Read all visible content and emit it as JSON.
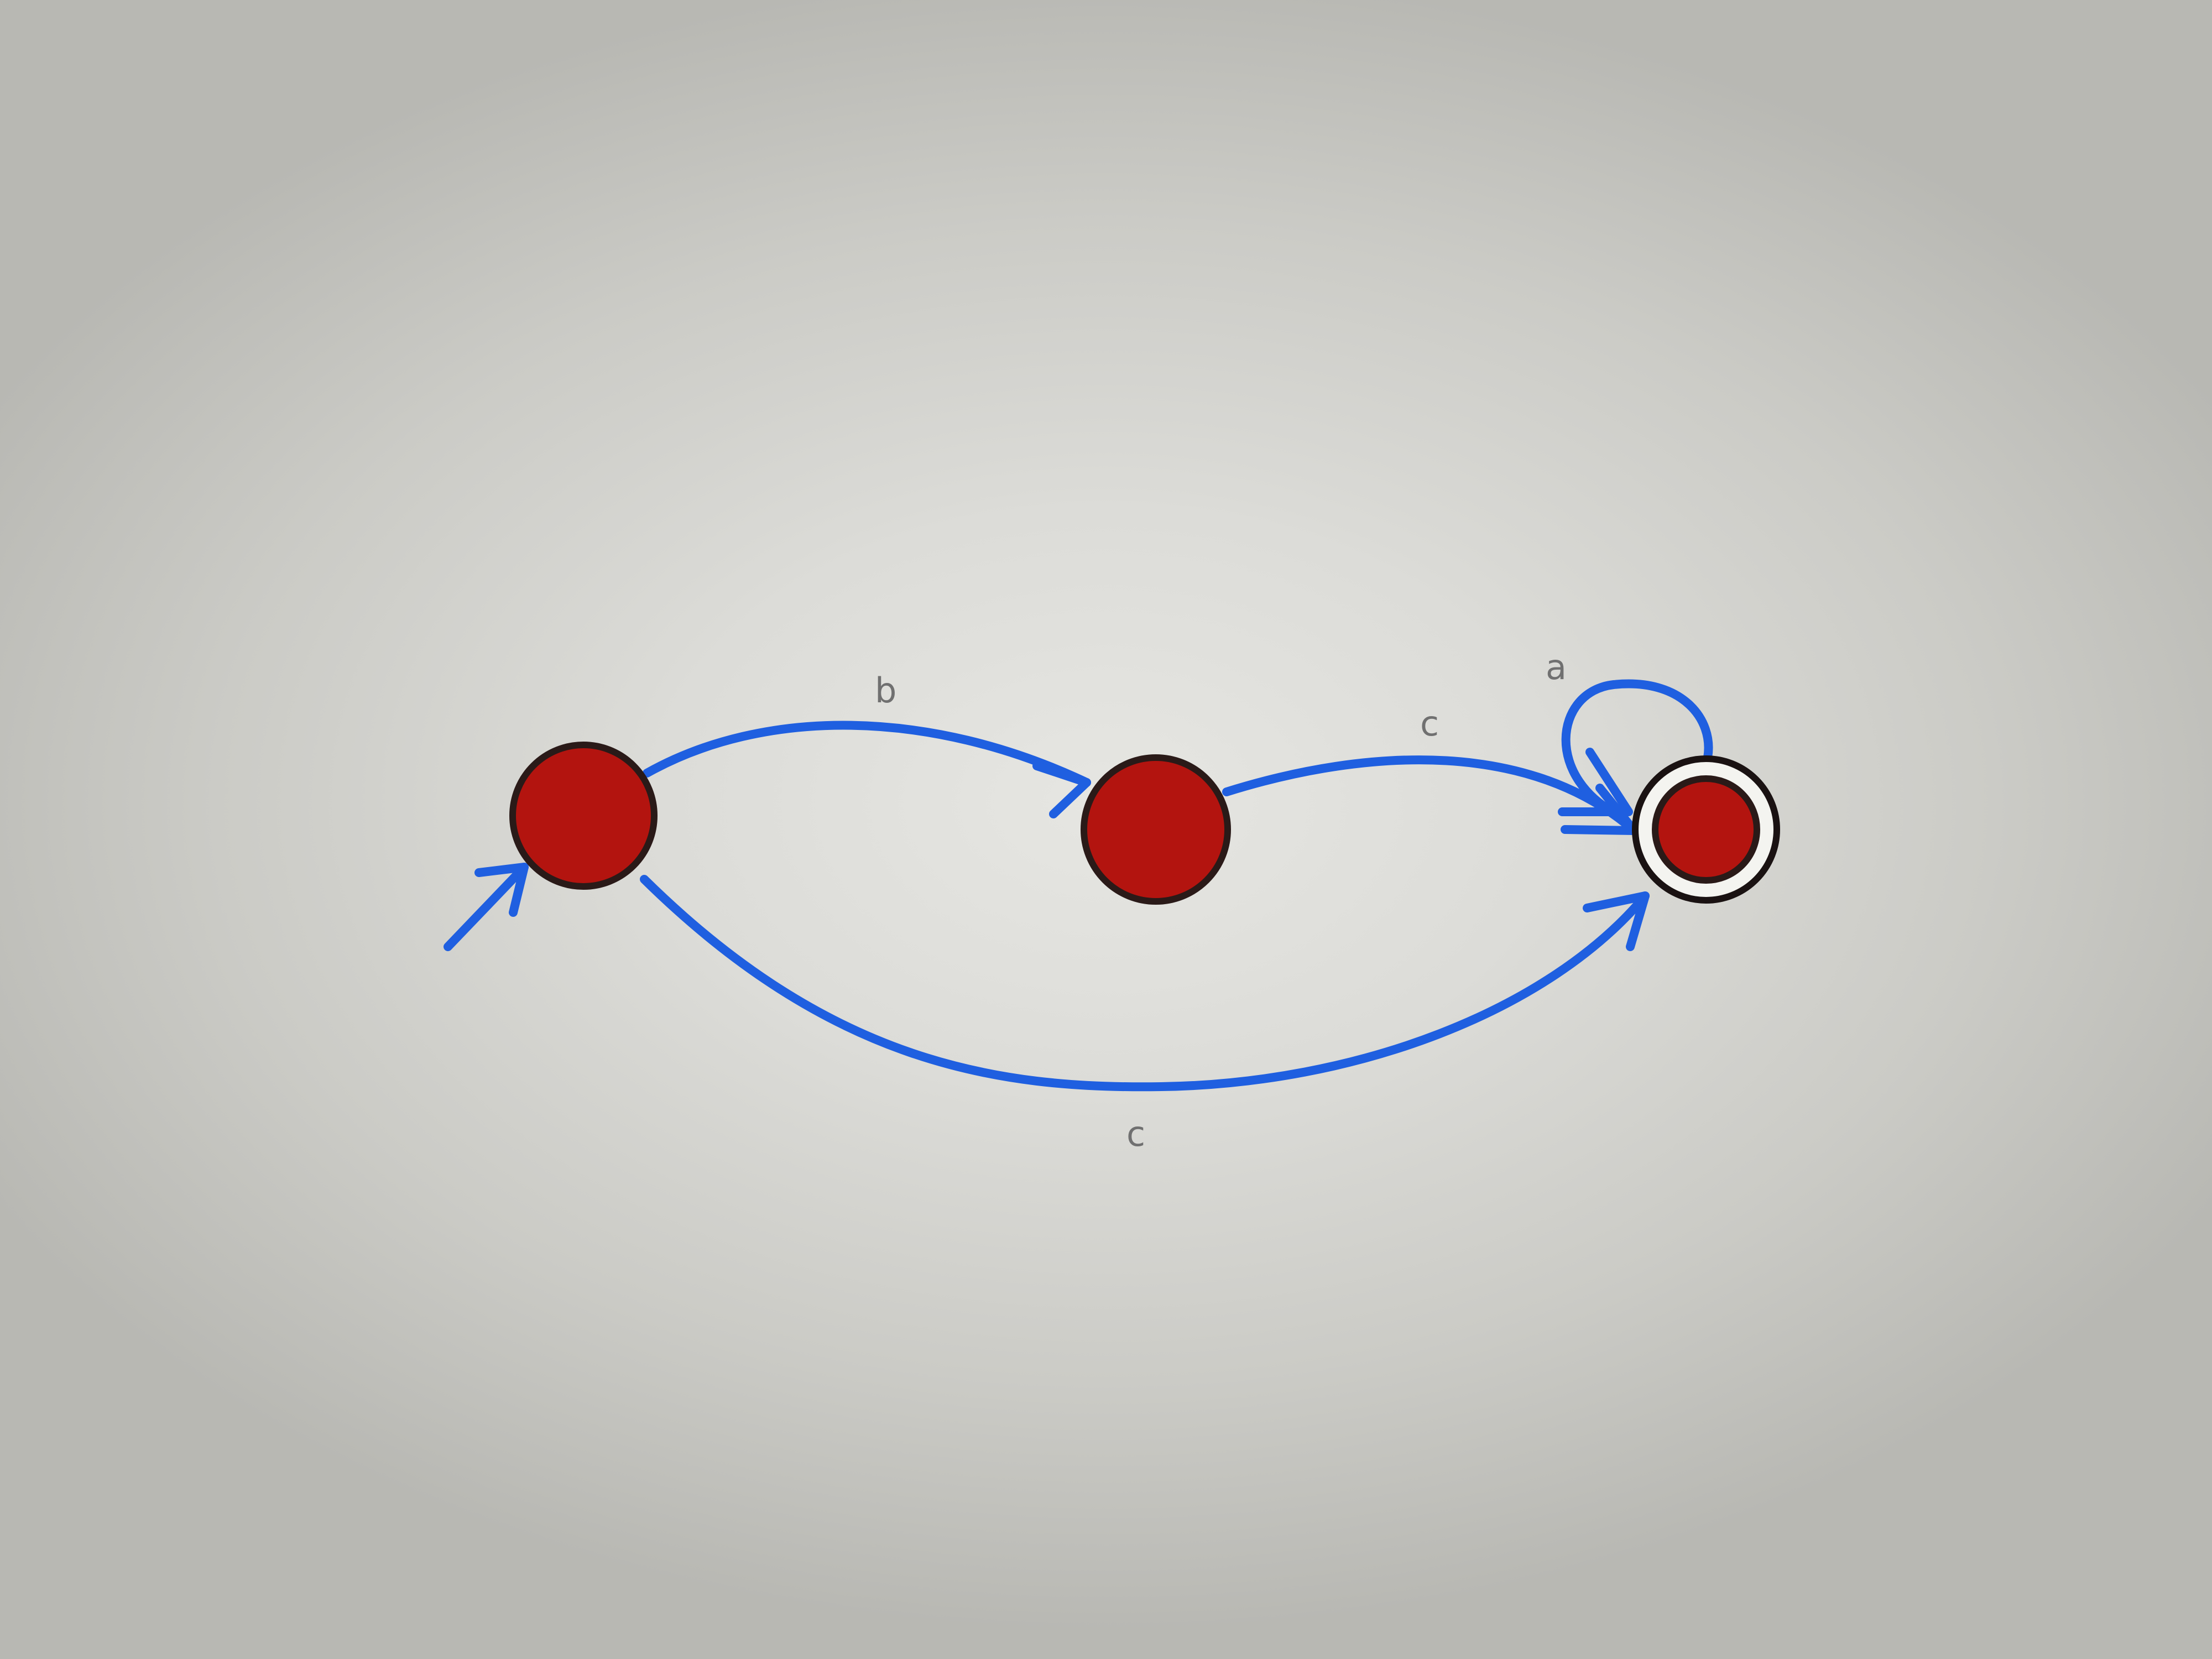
{
  "diagram": {
    "type": "finite-automaton",
    "colors": {
      "state_fill": "#b3140f",
      "edge": "#1f5fe0",
      "background": "#dcdcd8"
    },
    "states": [
      {
        "id": "s0",
        "initial": true,
        "final": false
      },
      {
        "id": "s1",
        "initial": false,
        "final": false
      },
      {
        "id": "s2",
        "initial": false,
        "final": true
      }
    ],
    "transitions": [
      {
        "from": "s0",
        "to": "s1",
        "label": "b"
      },
      {
        "from": "s1",
        "to": "s2",
        "label": "c"
      },
      {
        "from": "s2",
        "to": "s2",
        "label": "a"
      },
      {
        "from": "s0",
        "to": "s2",
        "label": "c"
      }
    ]
  }
}
